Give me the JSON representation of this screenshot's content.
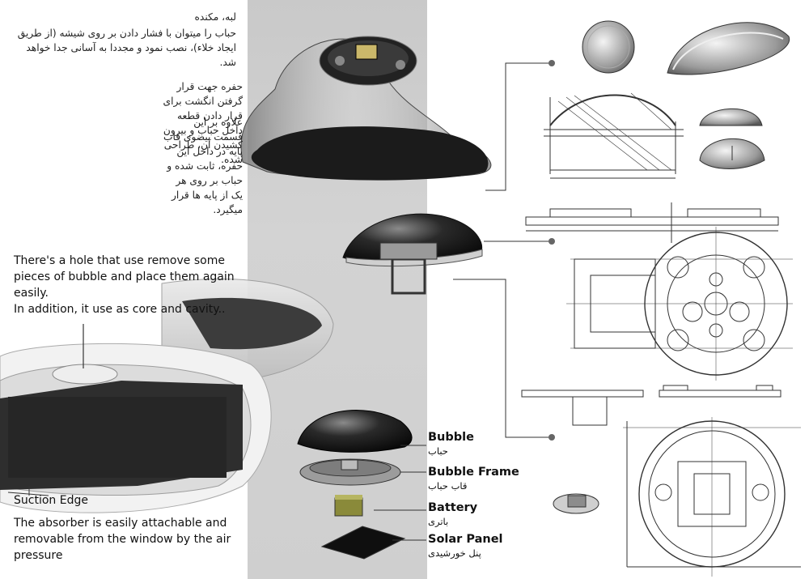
{
  "notes": {
    "fa_edge_title": "لبه، مکنده",
    "fa_edge_body": "حباب را میتوان با فشار دادن بر روی شیشه (از طریق ایجاد خلاء)، نصب نمود و مجددا به آسانی جدا خواهد شد.",
    "fa_hole_body_1": "حفره جهت قرار گرفتن انگشت برای قرار دادن قطعه داخل حباب و بیرون کشیدن آن، طراحی شده.",
    "fa_hole_body_2": "علاوه بر این قسمت بیضوی قاب پایه در داخل این حفره، ثابت شده و حباب بر روی هر یک از پایه ها قرار میگیرد.",
    "en_hole_note": "There's a hole that use remove some pieces of bubble and place them again easily.",
    "en_core_note": "In addition, it use as core and cavity..",
    "en_suction_title": "Suction Edge",
    "en_absorber_note": "The absorber is easily attachable and removable from the window by the air pressure"
  },
  "parts": [
    {
      "en": "Bubble",
      "fa": "حباب"
    },
    {
      "en": "Bubble Frame",
      "fa": "قاب حباب"
    },
    {
      "en": "Battery",
      "fa": "باتری"
    },
    {
      "en": "Solar Panel",
      "fa": "پنل خورشیدی"
    }
  ]
}
